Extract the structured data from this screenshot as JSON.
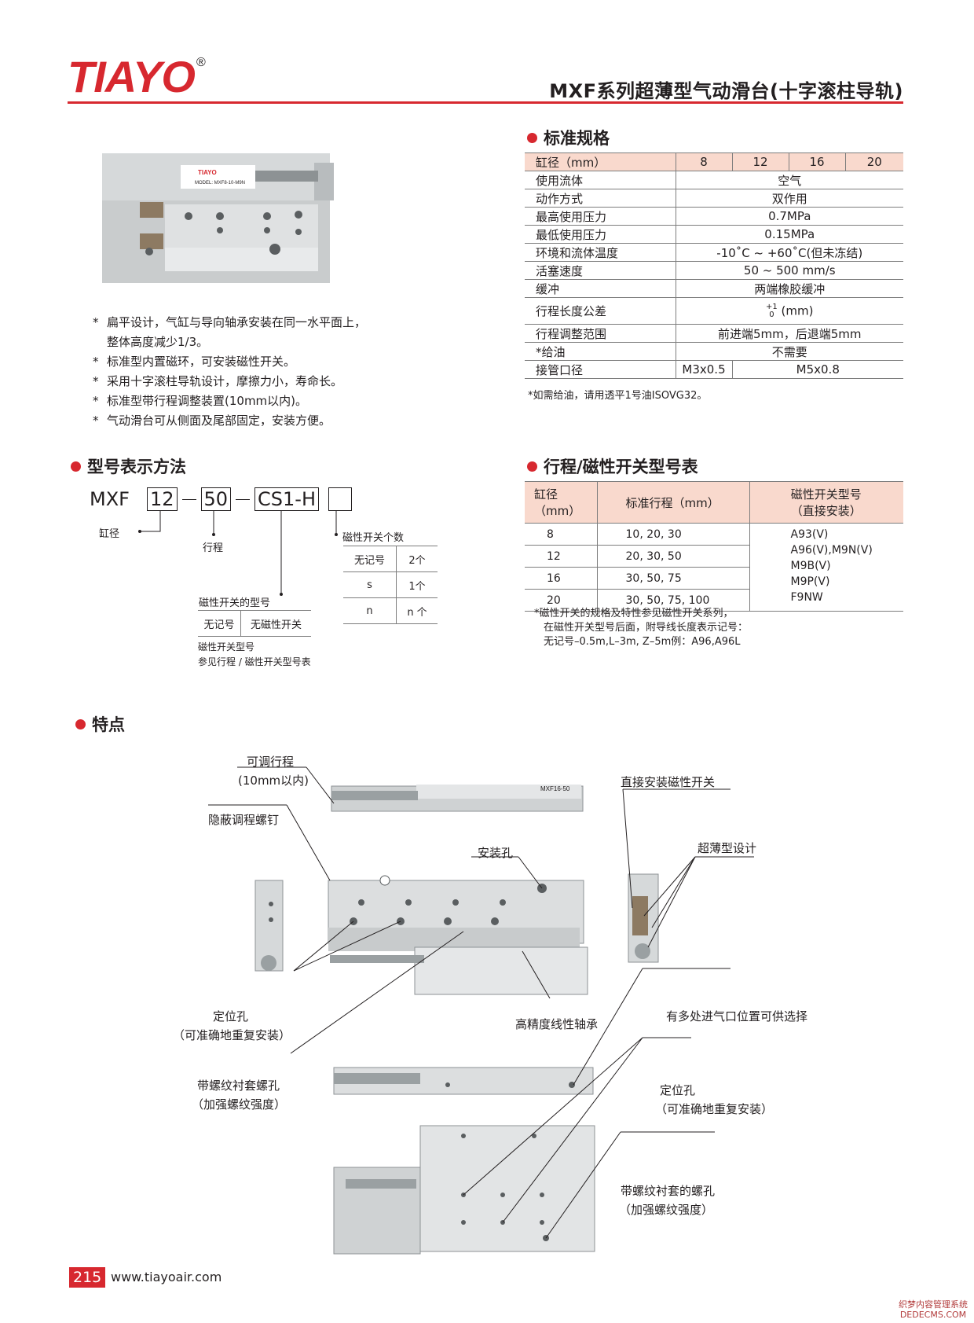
{
  "header": {
    "logo": "TIAYO",
    "logo_mark": "®",
    "title": "MXF系列超薄型气动滑台(十字滚柱导轨)"
  },
  "photo": {
    "brand_label": "TIAYO",
    "model_label": "MODEL: MXF8-10-M9N"
  },
  "bullets": [
    "扁平设计，气缸与导向轴承安装在同一水平面上，",
    "整体高度减少1/3。",
    "标准型内置磁环，可安装磁性开关。",
    "采用十字滚柱导轨设计，摩擦力小，寿命长。",
    "标准型带行程调整装置(10mm以内)。",
    "气动滑台可从侧面及尾部固定，安装方便。"
  ],
  "spec": {
    "heading": "标准规格",
    "bore_label": "缸径（mm）",
    "bores": [
      "8",
      "12",
      "16",
      "20"
    ],
    "rows": [
      {
        "label": "使用流体",
        "value": "空气"
      },
      {
        "label": "动作方式",
        "value": "双作用"
      },
      {
        "label": "最高使用压力",
        "value": "0.7MPa"
      },
      {
        "label": "最低使用压力",
        "value": "0.15MPa"
      },
      {
        "label": "环境和流体温度",
        "value": "-10˚C ~ +60˚C(但未冻结)"
      },
      {
        "label": "活塞速度",
        "value": "50 ~ 500 mm/s"
      },
      {
        "label": "缓冲",
        "value": "两端橡胶缓冲"
      },
      {
        "label": "行程长度公差",
        "tol_upper": "+1",
        "tol_lower": "0",
        "value": "(mm)"
      },
      {
        "label": "行程调整范围",
        "value": "前进端5mm，后退端5mm"
      },
      {
        "label": "*给油",
        "value": "不需要"
      }
    ],
    "port_label": "接管口径",
    "port_values": [
      "M3x0.5",
      "M5x0.8"
    ],
    "note": "*如需给油，请用透平1号油ISOVG32。"
  },
  "model": {
    "heading": "型号表示方法",
    "prefix": "MXF",
    "bore": "12",
    "stroke": "50",
    "switch": "CS1-H",
    "bore_caption": "缸径",
    "stroke_caption": "行程",
    "count_caption": "磁性开关个数",
    "count_rows": [
      [
        "无记号",
        "2个"
      ],
      [
        "s",
        "1个"
      ],
      [
        "n",
        "n 个"
      ]
    ],
    "type_caption": "磁性开关的型号",
    "type_row": [
      "无记号",
      "无磁性开关"
    ],
    "type_note1": "磁性开关型号",
    "type_note2": "参见行程 / 磁性开关型号表"
  },
  "switch_table": {
    "heading": "行程/磁性开关型号表",
    "col1a": "缸径",
    "col1b": "（mm）",
    "col2": "标准行程（mm）",
    "col3a": "磁性开关型号",
    "col3b": "（直接安装）",
    "rows": [
      [
        "8",
        "10, 20, 30"
      ],
      [
        "12",
        "20, 30, 50"
      ],
      [
        "16",
        "30, 50, 75"
      ],
      [
        "20",
        "30, 50, 75, 100"
      ]
    ],
    "types": [
      "A93(V)",
      "A96(V),M9N(V)",
      "M9B(V)",
      "M9P(V)",
      "F9NW"
    ],
    "note1": "*磁性开关的规格及特性参见磁性开关系列，",
    "note2": "在磁性开关型号后面，附导线长度表示记号：",
    "note3": "无记号–0.5m,L–3m, Z–5m例：A96,A96L"
  },
  "features": {
    "heading": "特点",
    "adjust_stroke": "可调行程",
    "adjust_stroke2": "(10mm以内)",
    "hidden_screw": "隐蔽调程螺钉",
    "mount_hole": "安装孔",
    "direct_switch": "直接安装磁性开关",
    "ultra_thin": "超薄型设计",
    "locate_hole_left": "定位孔",
    "locate_hole_left2": "（可准确地重复安装）",
    "precision_bearing": "高精度线性轴承",
    "ports": "有多处进气口位置可供选择",
    "threaded_left": "带螺纹衬套螺孔",
    "threaded_left2": "（加强螺纹强度）",
    "locate_hole_right": "定位孔",
    "locate_hole_right2": "（可准确地重复安装）",
    "threaded_right": "带螺纹衬套的螺孔",
    "threaded_right2": "（加强螺纹强度）",
    "side_label": "MXF16-50"
  },
  "footer": {
    "page": "215",
    "url": "www.tiayoair.com"
  },
  "watermark": {
    "line1": "织梦内容管理系统",
    "line2": "DEDECMS.COM"
  }
}
